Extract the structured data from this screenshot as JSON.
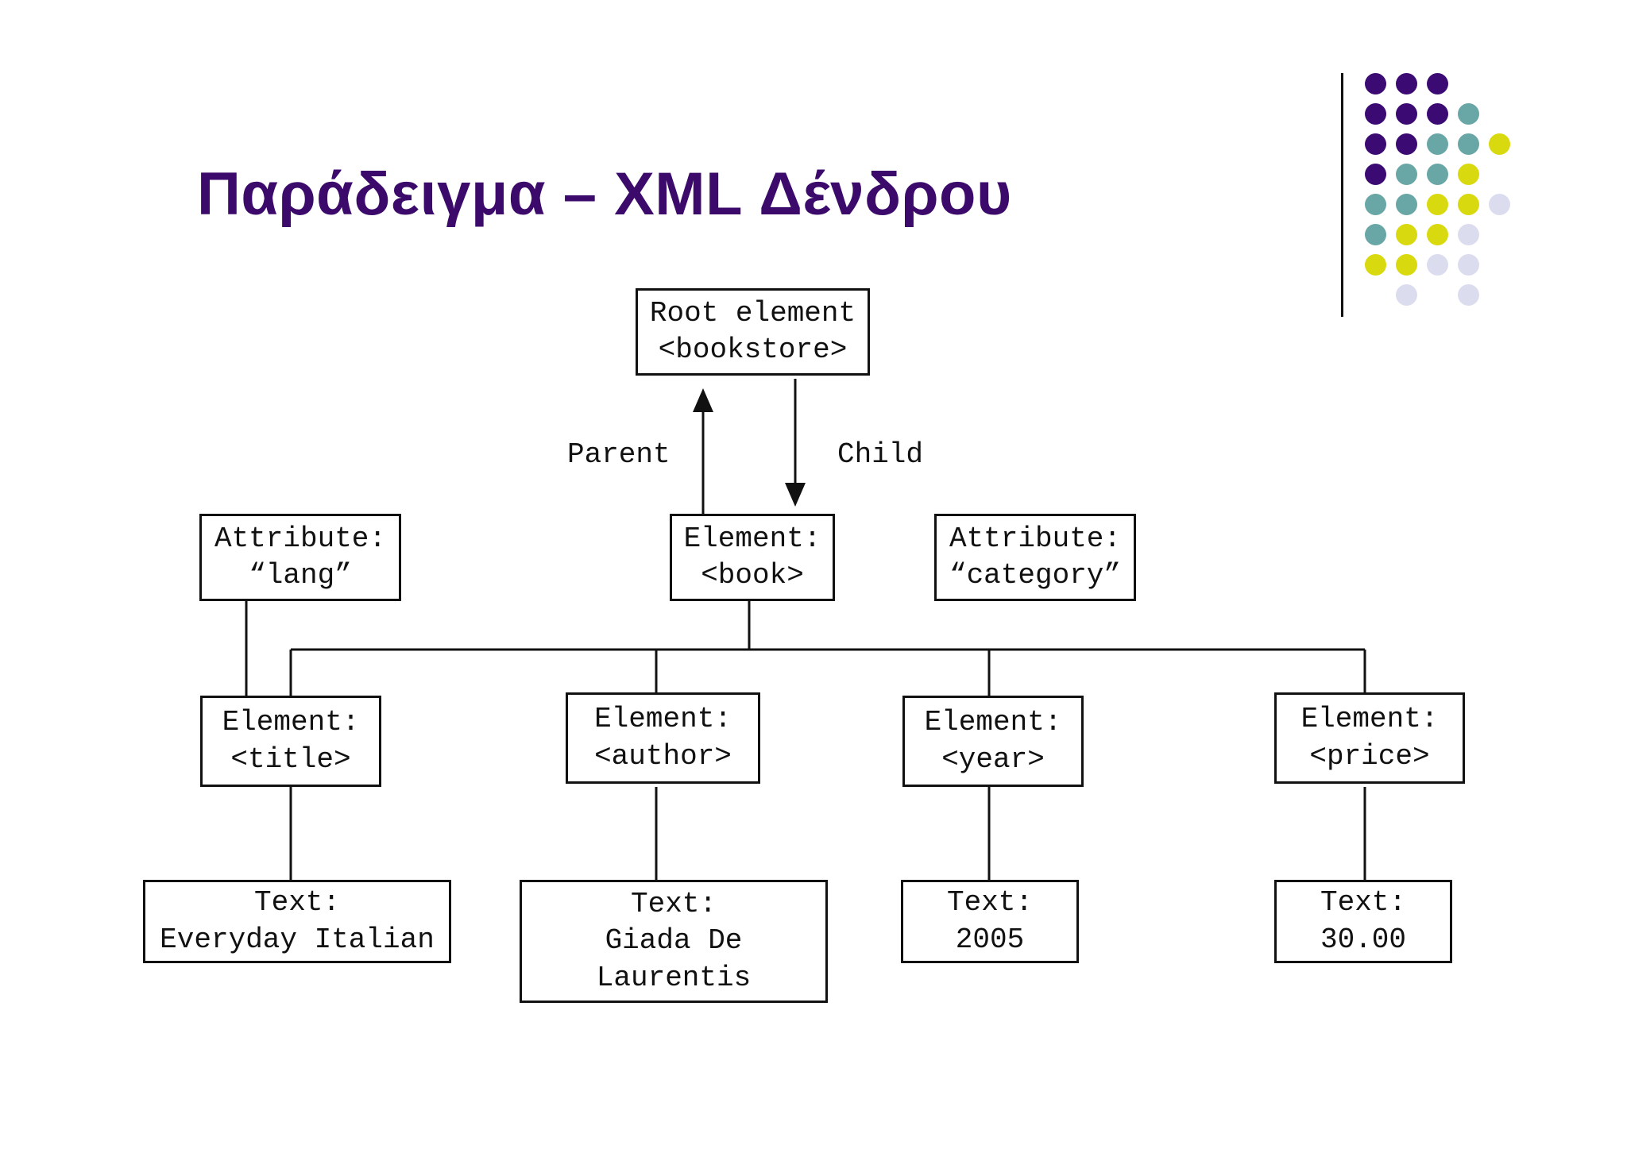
{
  "slide": {
    "title": "Παράδειγμα – XML Δένδρου",
    "title_color": "#3C0A6B",
    "background": "#ffffff"
  },
  "logo": {
    "name": "dot-matrix-logo",
    "colors": {
      "purple": "#3B0A72",
      "teal": "#69A6A6",
      "yellow": "#D9D90F",
      "lavender": "#DCDCEF",
      "rule": "#111111"
    },
    "grid": [
      [
        "purple",
        "purple",
        "purple",
        "",
        ""
      ],
      [
        "purple",
        "purple",
        "purple",
        "teal",
        ""
      ],
      [
        "purple",
        "purple",
        "teal",
        "teal",
        "yellow"
      ],
      [
        "purple",
        "teal",
        "teal",
        "yellow",
        ""
      ],
      [
        "teal",
        "teal",
        "yellow",
        "yellow",
        "lavender"
      ],
      [
        "teal",
        "yellow",
        "yellow",
        "lavender",
        ""
      ],
      [
        "yellow",
        "yellow",
        "lavender",
        "lavender",
        ""
      ],
      [
        "",
        "lavender",
        "",
        "lavender",
        ""
      ]
    ]
  },
  "diagram": {
    "type": "tree",
    "edge_labels": {
      "parent": "Parent",
      "child": "Child"
    },
    "nodes": {
      "root": {
        "line1": "Root element",
        "line2": "<bookstore>"
      },
      "attr_lang": {
        "line1": "Attribute:",
        "line2": "“lang”"
      },
      "el_book": {
        "line1": "Element:",
        "line2": "<book>"
      },
      "attr_category": {
        "line1": "Attribute:",
        "line2": "“category”"
      },
      "el_title": {
        "line1": "Element:",
        "line2": "<title>"
      },
      "el_author": {
        "line1": "Element:",
        "line2": "<author>"
      },
      "el_year": {
        "line1": "Element:",
        "line2": "<year>"
      },
      "el_price": {
        "line1": "Element:",
        "line2": "<price>"
      },
      "text_title": {
        "line1": "Text:",
        "line2": "Everyday Italian",
        "line3": ""
      },
      "text_author": {
        "line1": "Text:",
        "line2": "Giada De",
        "line3": "Laurentis"
      },
      "text_year": {
        "line1": "Text:",
        "line2": "2005",
        "line3": ""
      },
      "text_price": {
        "line1": "Text:",
        "line2": "30.00",
        "line3": ""
      }
    }
  }
}
